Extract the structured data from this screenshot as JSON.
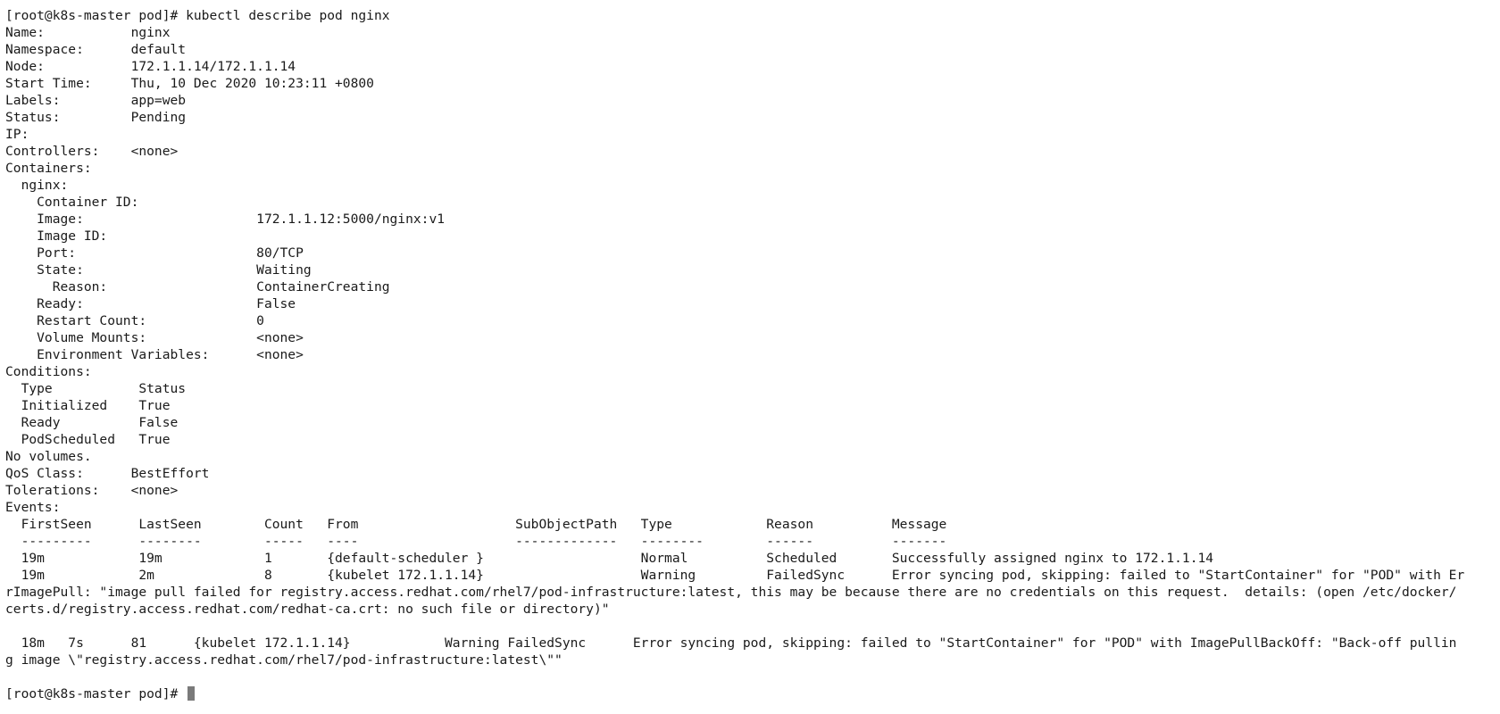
{
  "terminal": {
    "lines": [
      "[root@k8s-master pod]# kubectl describe pod nginx",
      "Name:           nginx",
      "Namespace:      default",
      "Node:           172.1.1.14/172.1.1.14",
      "Start Time:     Thu, 10 Dec 2020 10:23:11 +0800",
      "Labels:         app=web",
      "Status:         Pending",
      "IP:",
      "Controllers:    <none>",
      "Containers:",
      "  nginx:",
      "    Container ID:",
      "    Image:                      172.1.1.12:5000/nginx:v1",
      "    Image ID:",
      "    Port:                       80/TCP",
      "    State:                      Waiting",
      "      Reason:                   ContainerCreating",
      "    Ready:                      False",
      "    Restart Count:              0",
      "    Volume Mounts:              <none>",
      "    Environment Variables:      <none>",
      "Conditions:",
      "  Type           Status",
      "  Initialized    True",
      "  Ready          False",
      "  PodScheduled   True",
      "No volumes.",
      "QoS Class:      BestEffort",
      "Tolerations:    <none>",
      "Events:",
      "  FirstSeen      LastSeen        Count   From                    SubObjectPath   Type            Reason          Message",
      "  ---------      --------        -----   ----                    -------------   --------        ------          -------",
      "  19m            19m             1       {default-scheduler }                    Normal          Scheduled       Successfully assigned nginx to 172.1.1.14",
      "  19m            2m              8       {kubelet 172.1.1.14}                    Warning         FailedSync      Error syncing pod, skipping: failed to \"StartContainer\" for \"POD\" with Er",
      "rImagePull: \"image pull failed for registry.access.redhat.com/rhel7/pod-infrastructure:latest, this may be because there are no credentials on this request.  details: (open /etc/docker/",
      "certs.d/registry.access.redhat.com/redhat-ca.crt: no such file or directory)\"",
      "",
      "  18m   7s      81      {kubelet 172.1.1.14}            Warning FailedSync      Error syncing pod, skipping: failed to \"StartContainer\" for \"POD\" with ImagePullBackOff: \"Back-off pullin",
      "g image \\\"registry.access.redhat.com/rhel7/pod-infrastructure:latest\\\"\"",
      ""
    ],
    "prompt": "[root@k8s-master pod]# "
  }
}
